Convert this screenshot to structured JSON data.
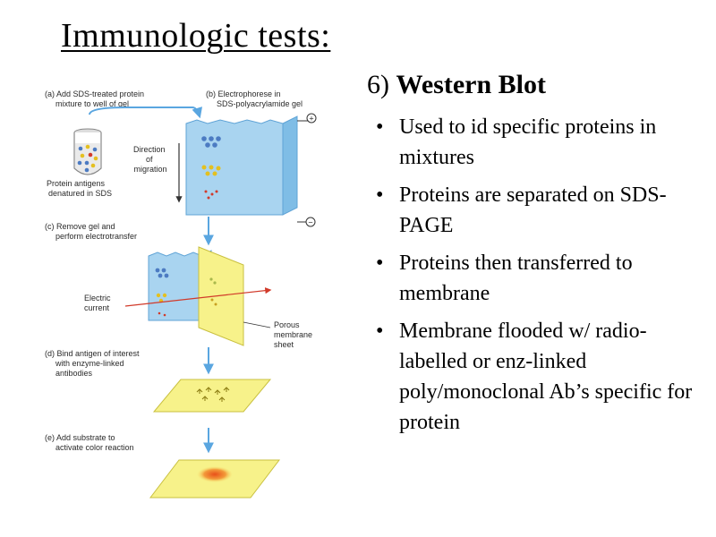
{
  "slide": {
    "title": "Immunologic tests:",
    "section_number": "6)",
    "section_name": "Western Blot",
    "bullets": [
      "Used to id specific proteins in mixtures",
      "Proteins are separated on SDS-PAGE",
      "Proteins then transferred to membrane",
      "Membrane flooded w/ radio-labelled or enz-linked poly/monoclonal Ab’s specific for protein"
    ]
  },
  "diagram": {
    "step_a": [
      "(a) Add SDS-treated protein",
      "mixture to well of gel"
    ],
    "step_b": [
      "(b) Electrophorese in",
      "SDS-polyacrylamide gel"
    ],
    "step_c": [
      "(c) Remove gel and",
      "perform electrotransfer"
    ],
    "step_d": [
      "(d) Bind antigen of interest",
      "with enzyme-linked",
      "antibodies"
    ],
    "step_e": [
      "(e) Add substrate to",
      "activate color reaction"
    ],
    "tube_label": [
      "Protein antigens",
      "denatured in SDS"
    ],
    "migration_label": [
      "Direction",
      "of",
      "migration"
    ],
    "current_label": [
      "Electric",
      "current"
    ],
    "membrane_label": [
      "Porous",
      "membrane",
      "sheet"
    ],
    "plus_sign": "+",
    "minus_sign": "−",
    "colors": {
      "gel": "#a9d4f0",
      "gel_edge": "#5fa3d6",
      "membrane": "#f7f28a",
      "membrane_edge": "#c9c040",
      "band_blue": "#4c7bc2",
      "band_yellow": "#e4c020",
      "band_red": "#d13a2a",
      "arrow": "#5aa6e0",
      "color_spot": "#f0782a"
    }
  }
}
